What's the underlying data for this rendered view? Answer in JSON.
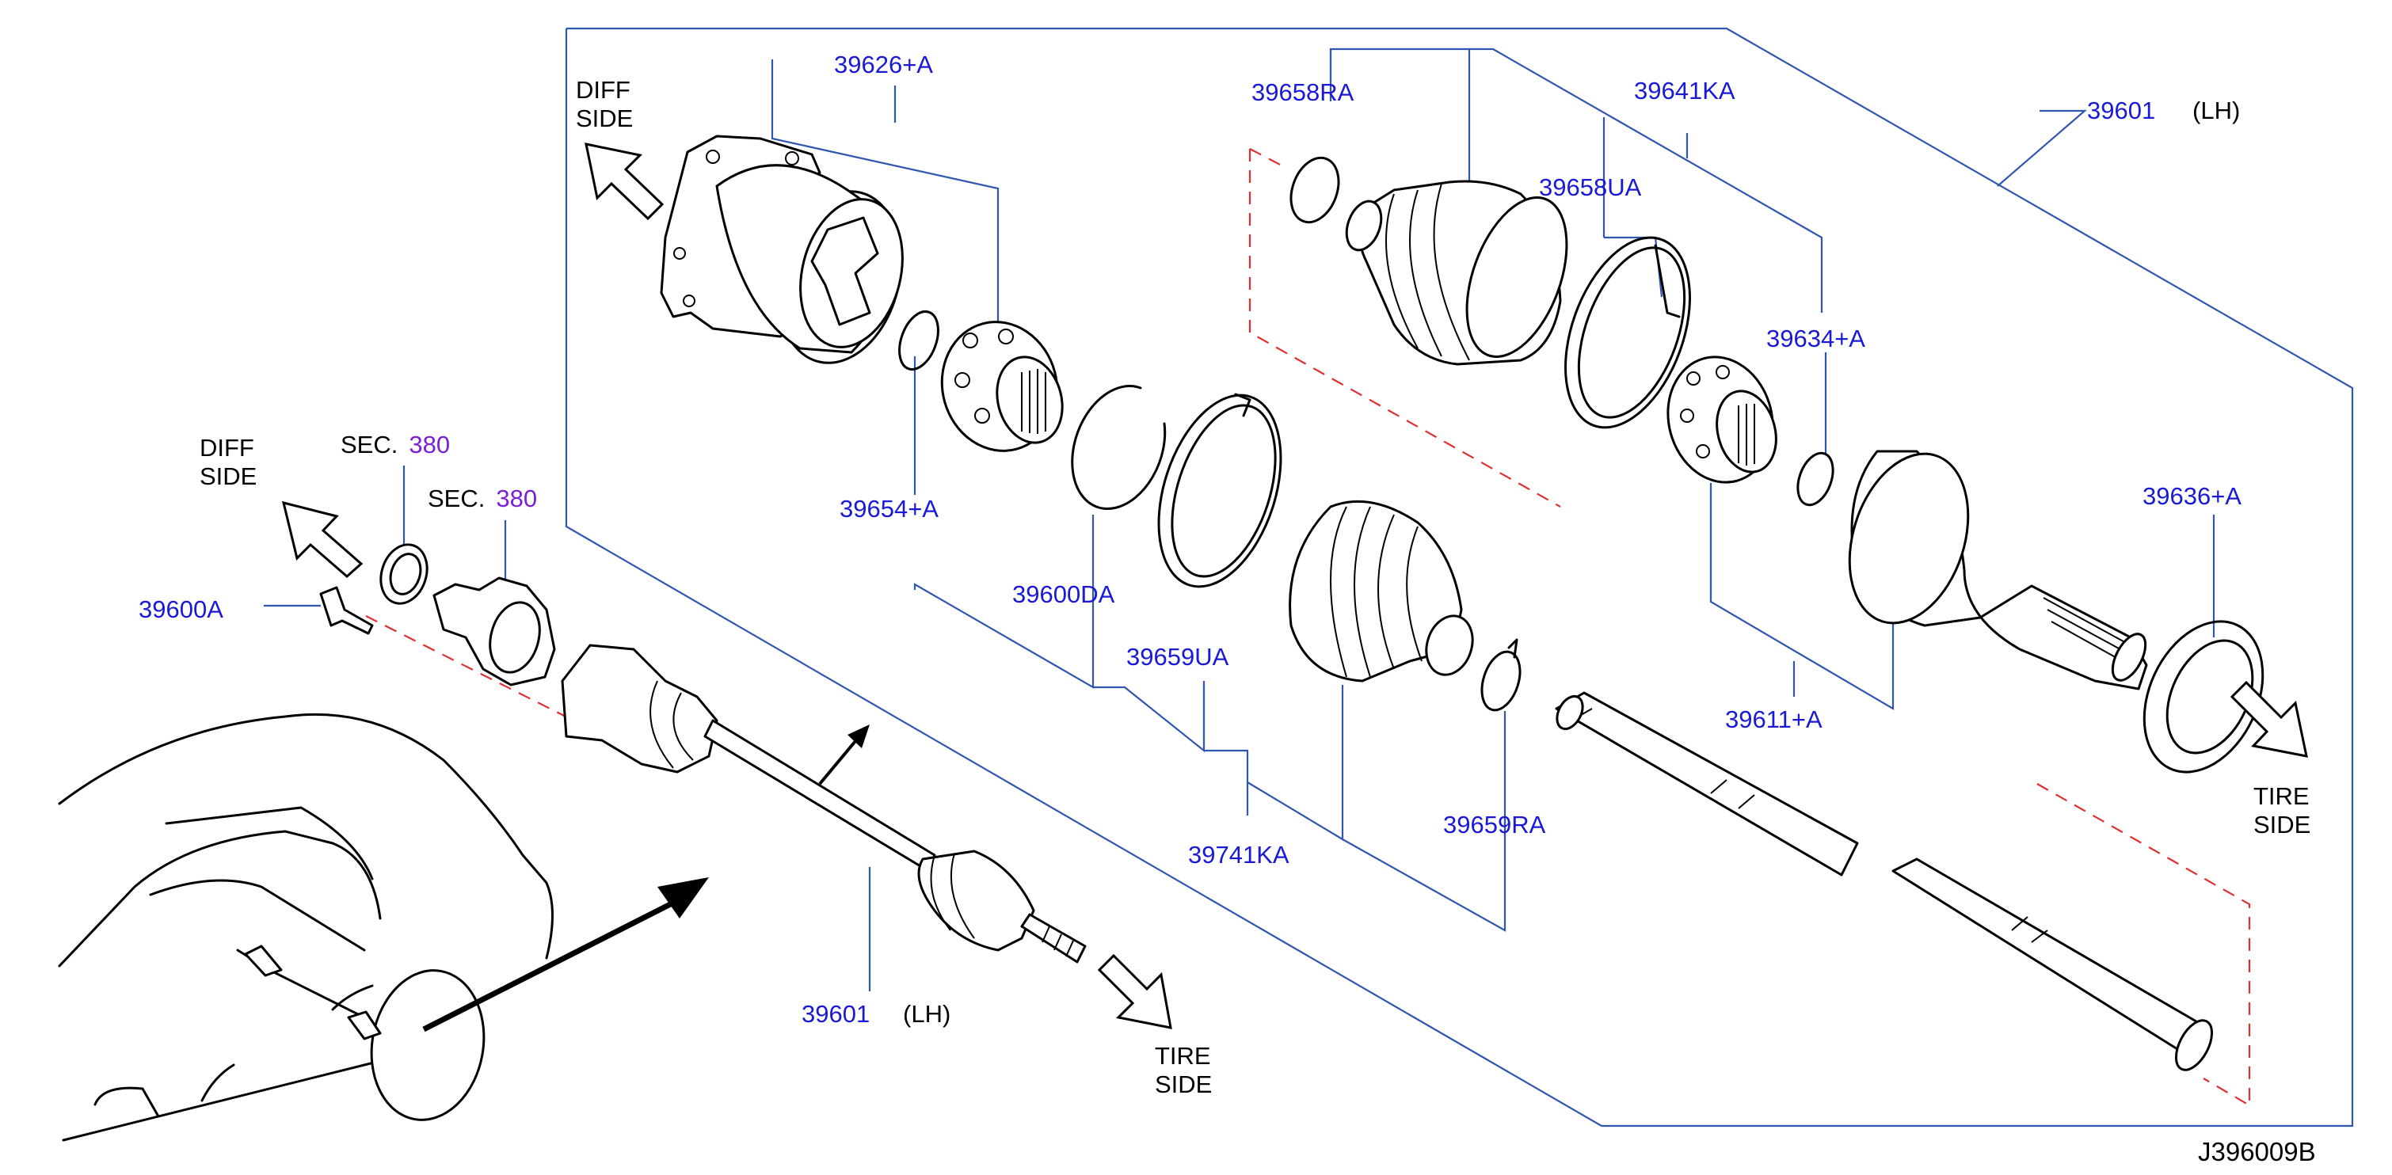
{
  "diagram": {
    "title_code": "J396009B",
    "colors": {
      "part_number": "#1a1ad6",
      "section_ref": "#7a1fd6",
      "leader_line": "#2f56b0",
      "phantom_line": "#e03030",
      "text": "#000000"
    },
    "direction_labels": {
      "diff_side_upper_1": "DIFF",
      "diff_side_upper_2": "SIDE",
      "diff_side_left_1": "DIFF",
      "diff_side_left_2": "SIDE",
      "tire_side_right_1": "TIRE",
      "tire_side_right_2": "SIDE",
      "tire_side_lower_1": "TIRE",
      "tire_side_lower_2": "SIDE"
    },
    "section_refs": [
      {
        "prefix": "SEC.",
        "number": "380"
      },
      {
        "prefix": "SEC.",
        "number": "380"
      }
    ],
    "callouts": {
      "p39626A": "39626+A",
      "p39658RA": "39658RA",
      "p39641KA": "39641KA",
      "p39601_top": "39601",
      "lh_top": "(LH)",
      "p39658UA": "39658UA",
      "p39634A": "39634+A",
      "p39654A": "39654+A",
      "p39600DA": "39600DA",
      "p39659UA": "39659UA",
      "p39741KA": "39741KA",
      "p39659RA": "39659RA",
      "p39611A": "39611+A",
      "p39636A": "39636+A",
      "p39600A": "39600A",
      "p39601_bottom": "39601",
      "lh_bottom": "(LH)"
    }
  }
}
